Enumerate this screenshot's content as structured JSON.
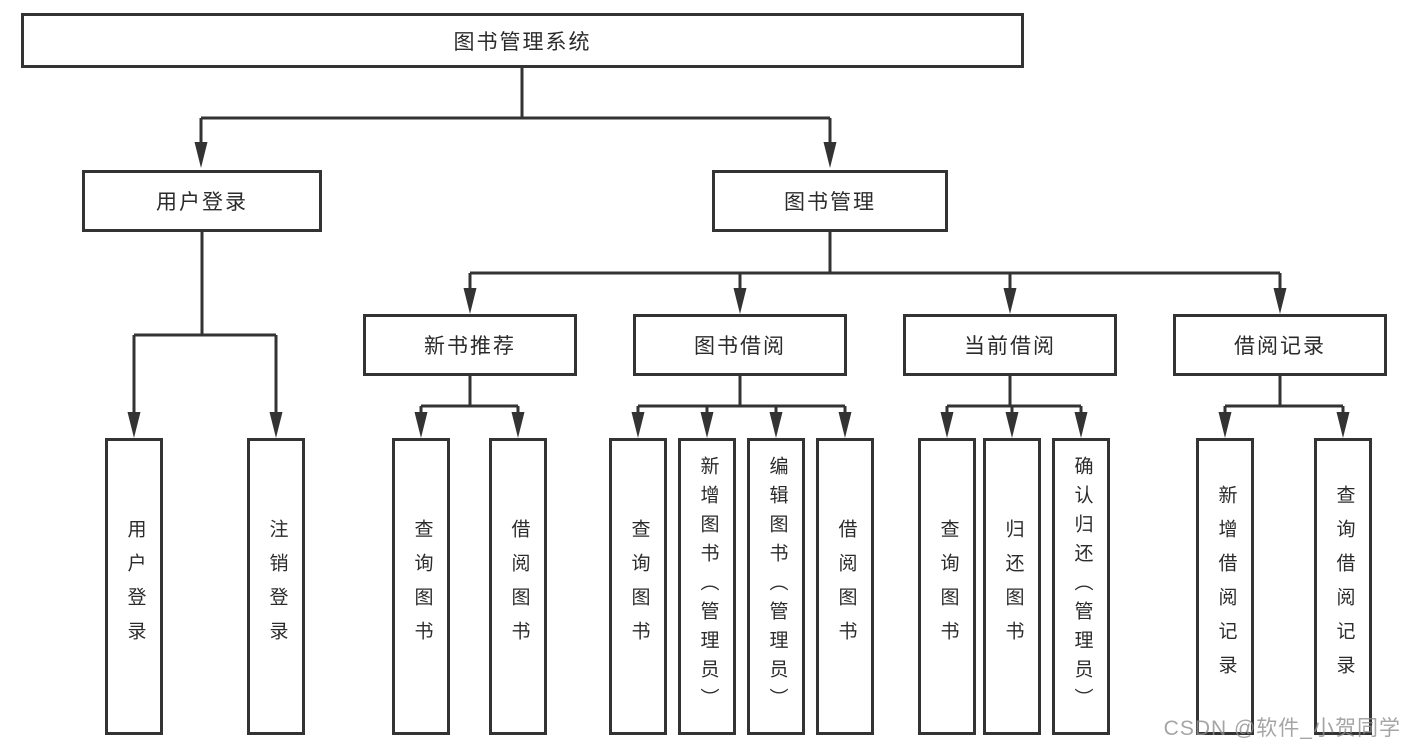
{
  "colors": {
    "line": "#333333",
    "text": "#2b2b2b",
    "background": "#ffffff",
    "watermark": "#8f8f8f"
  },
  "watermark": {
    "text": "CSDN @软件_小贺同学"
  },
  "tree": {
    "root": {
      "label": "图书管理系统"
    },
    "children": [
      {
        "label": "用户登录",
        "children": [
          {
            "label": "用户登录"
          },
          {
            "label": "注销登录"
          }
        ]
      },
      {
        "label": "图书管理",
        "children": [
          {
            "label": "新书推荐",
            "children": [
              {
                "label": "查询图书"
              },
              {
                "label": "借阅图书"
              }
            ]
          },
          {
            "label": "图书借阅",
            "children": [
              {
                "label": "查询图书"
              },
              {
                "label": "新增图书（管理员）"
              },
              {
                "label": "编辑图书（管理员）"
              },
              {
                "label": "借阅图书"
              }
            ]
          },
          {
            "label": "当前借阅",
            "children": [
              {
                "label": "查询图书"
              },
              {
                "label": "归还图书"
              },
              {
                "label": "确认归还（管理员）"
              }
            ]
          },
          {
            "label": "借阅记录",
            "children": [
              {
                "label": "新增借阅记录"
              },
              {
                "label": "查询借阅记录"
              }
            ]
          }
        ]
      }
    ]
  }
}
